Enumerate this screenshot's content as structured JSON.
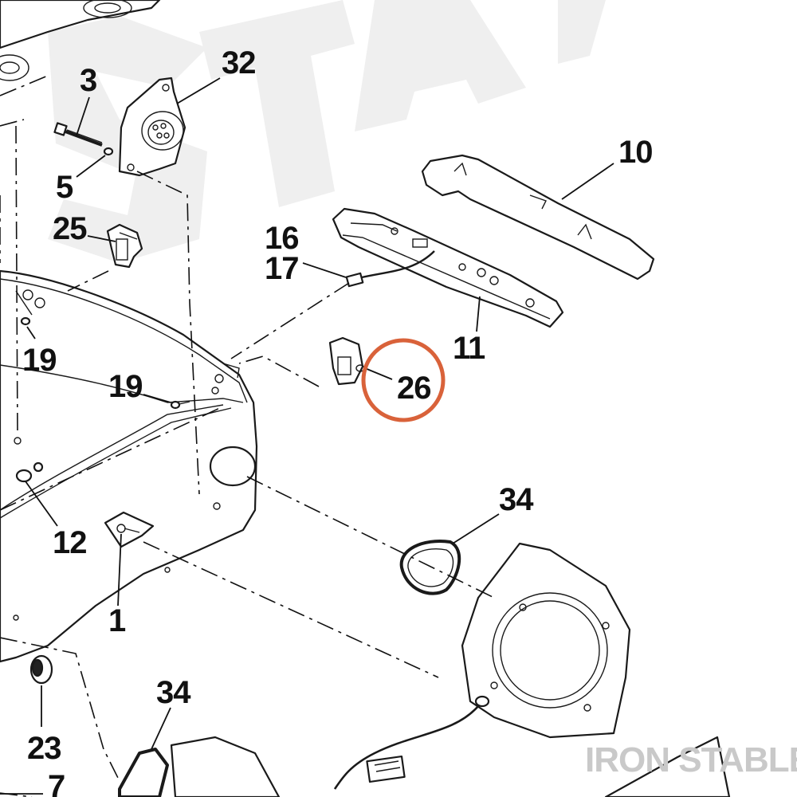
{
  "diagram": {
    "callouts": [
      {
        "id": "c32",
        "label": "32"
      },
      {
        "id": "c3",
        "label": "3"
      },
      {
        "id": "c5",
        "label": "5"
      },
      {
        "id": "c25",
        "label": "25"
      },
      {
        "id": "c10",
        "label": "10"
      },
      {
        "id": "c16",
        "label": "16"
      },
      {
        "id": "c17",
        "label": "17"
      },
      {
        "id": "c11",
        "label": "11"
      },
      {
        "id": "c19a",
        "label": "19"
      },
      {
        "id": "c19b",
        "label": "19"
      },
      {
        "id": "c26",
        "label": "26"
      },
      {
        "id": "c12",
        "label": "12"
      },
      {
        "id": "c34a",
        "label": "34"
      },
      {
        "id": "c1",
        "label": "1"
      },
      {
        "id": "c34b",
        "label": "34"
      },
      {
        "id": "c23",
        "label": "23"
      },
      {
        "id": "c7",
        "label": "7"
      }
    ],
    "highlight": {
      "target": "26",
      "color": "#d9623a"
    },
    "watermark": {
      "brand": "IRON STABLE"
    }
  }
}
